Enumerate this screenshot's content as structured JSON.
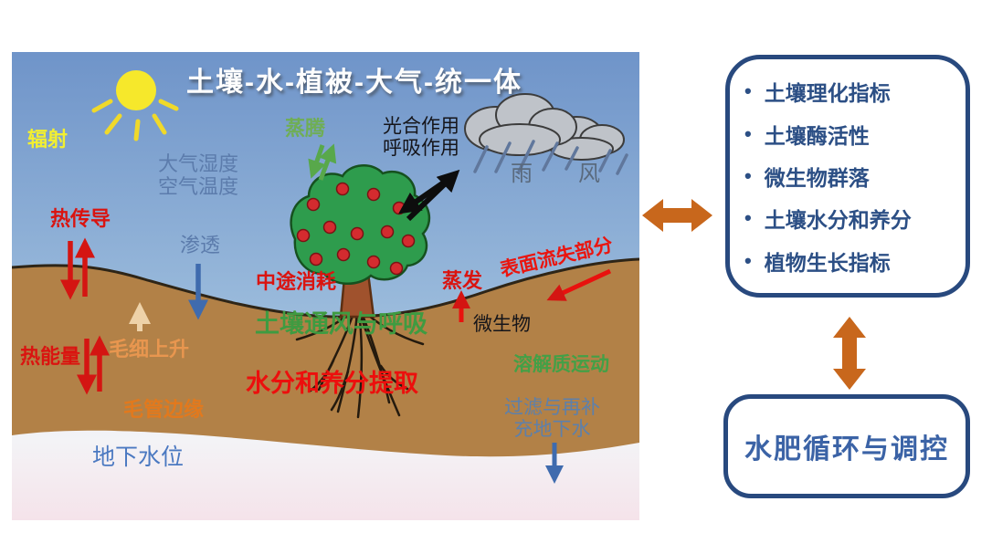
{
  "diagram": {
    "title": "土壤-水-植被-大气-统一体",
    "labels": {
      "radiation": "辐射",
      "atmo_line1": "大气湿度",
      "atmo_line2": "空气温度",
      "heat_conduction": "热传导",
      "infiltration": "渗透",
      "transpiration": "蒸腾",
      "photosynthesis": "光合作用",
      "respiration": "呼吸作用",
      "rain": "雨",
      "wind": "风",
      "midway_loss": "中途消耗",
      "evaporation": "蒸发",
      "surface_runoff": "表面流失部分",
      "microbes": "微生物",
      "soil_aeration": "土壤通风与呼吸",
      "water_nutrient_uptake": "水分和养分提取",
      "capillary_rise": "毛细上升",
      "capillary_fringe": "毛管边缘",
      "heat_energy": "热能量",
      "water_table": "地下水位",
      "solute_movement": "溶解质运动",
      "filter_line1": "过滤与再补",
      "filter_line2": "充地下水"
    }
  },
  "panel": {
    "bullet": "•",
    "indicators": [
      "土壤理化指标",
      "土壤酶活性",
      "微生物群落",
      "土壤水分和养分",
      "植物生长指标"
    ]
  },
  "control_box": {
    "label": "水肥循环与调控"
  },
  "colors": {
    "sky_top": "#6f94c9",
    "sky_bottom": "#bcd7ea",
    "soil": "#b28147",
    "groundwater_bottom": "#f5e3ea",
    "accent_orange_arrow": "#c8671c",
    "panel_border": "#28497e",
    "panel_text": "#2c4f85",
    "red_label": "#da1410",
    "green_label": "#3f9b41",
    "blue_label": "#4b79c1"
  }
}
